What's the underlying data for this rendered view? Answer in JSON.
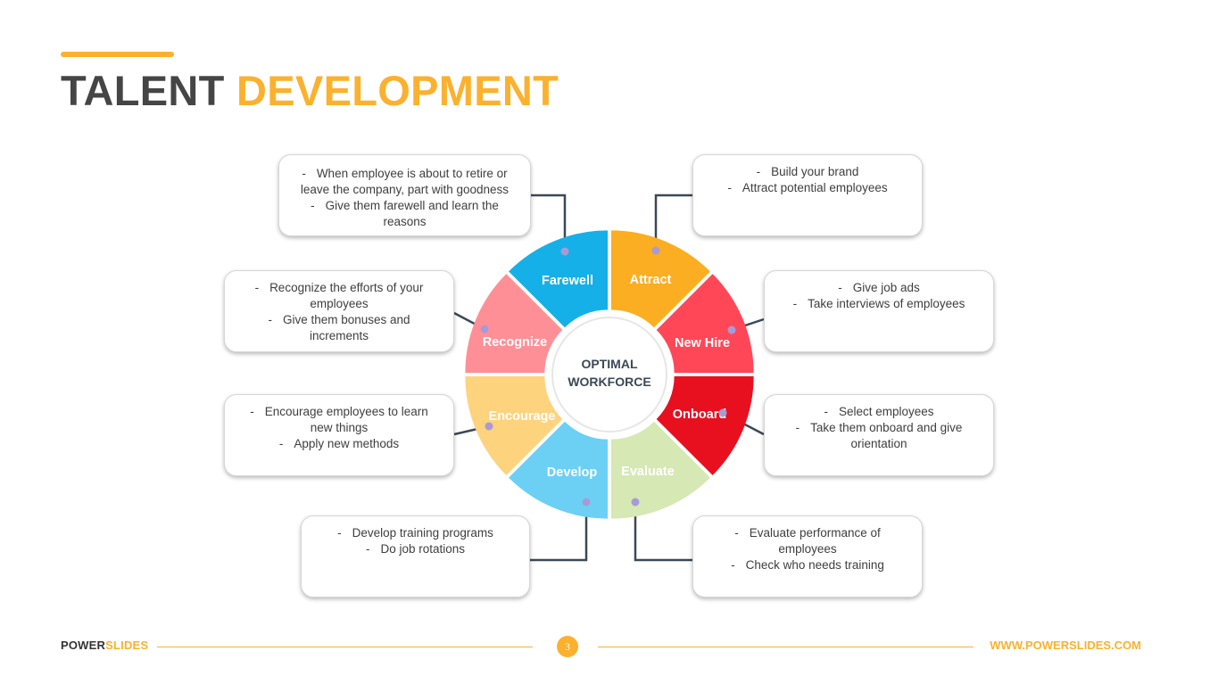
{
  "header": {
    "title_part1": "TALENT",
    "title_part2": "DEVELOPMENT"
  },
  "center": {
    "line1": "OPTIMAL",
    "line2": "WORKFORCE"
  },
  "segments": [
    {
      "label": "Attract",
      "color": "#FBAE21",
      "lines": [
        "Build your brand",
        "Attract potential employees"
      ]
    },
    {
      "label": "New Hire",
      "color": "#FF4757",
      "lines": [
        "Give job ads",
        "Take interviews of employees"
      ]
    },
    {
      "label": "Onboard",
      "color": "#E8101E",
      "lines": [
        "Select employees",
        "Take them onboard and give orientation"
      ]
    },
    {
      "label": "Evaluate",
      "color": "#D6E8B4",
      "lines": [
        "Evaluate performance of employees",
        "Check who needs training"
      ]
    },
    {
      "label": "Develop",
      "color": "#6CD0F5",
      "lines": [
        "Develop training programs",
        "Do job rotations"
      ]
    },
    {
      "label": "Encourage",
      "color": "#FDD37E",
      "lines": [
        "Encourage employees to learn new things",
        "Apply new methods"
      ]
    },
    {
      "label": "Recognize",
      "color": "#FF8F96",
      "lines": [
        "Recognize the efforts of your employees",
        "Give them bonuses and increments"
      ]
    },
    {
      "label": "Farewell",
      "color": "#15B0E8",
      "lines": [
        "When employee is about to retire or leave the company, part with goodness",
        "Give them farewell and learn the reasons"
      ]
    }
  ],
  "footer": {
    "brand_part1": "POWER",
    "brand_part2": "SLIDES",
    "page": "3",
    "url": "WWW.POWERSLIDES.COM"
  }
}
